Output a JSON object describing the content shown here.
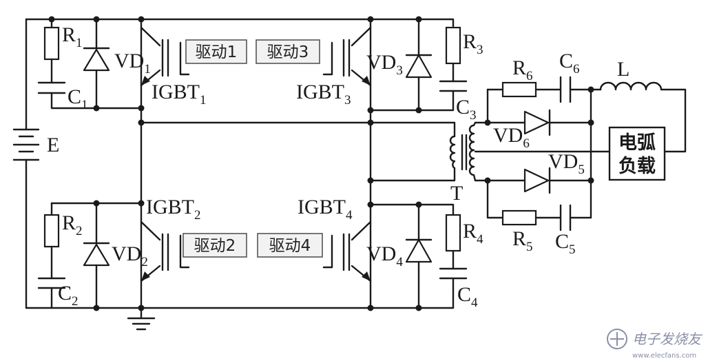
{
  "source": {
    "label": "E"
  },
  "igbts": [
    {
      "id": "1",
      "name": "IGBT",
      "sub": "1"
    },
    {
      "id": "2",
      "name": "IGBT",
      "sub": "2"
    },
    {
      "id": "3",
      "name": "IGBT",
      "sub": "3"
    },
    {
      "id": "4",
      "name": "IGBT",
      "sub": "4"
    }
  ],
  "drivers": [
    "驱动1",
    "驱动3",
    "驱动2",
    "驱动4"
  ],
  "snubber": {
    "resistors": [
      {
        "name": "R",
        "sub": "1"
      },
      {
        "name": "R",
        "sub": "2"
      },
      {
        "name": "R",
        "sub": "3"
      },
      {
        "name": "R",
        "sub": "4"
      }
    ],
    "capacitors": [
      {
        "name": "C",
        "sub": "1"
      },
      {
        "name": "C",
        "sub": "2"
      },
      {
        "name": "C",
        "sub": "3"
      },
      {
        "name": "C",
        "sub": "4"
      }
    ],
    "diodes": [
      {
        "name": "VD",
        "sub": "1"
      },
      {
        "name": "VD",
        "sub": "2"
      },
      {
        "name": "VD",
        "sub": "3"
      },
      {
        "name": "VD",
        "sub": "4"
      }
    ]
  },
  "output": {
    "transformer": "T",
    "diode_top": {
      "name": "VD",
      "sub": "6"
    },
    "diode_bottom": {
      "name": "VD",
      "sub": "5"
    },
    "resistor_top": {
      "name": "R",
      "sub": "6"
    },
    "resistor_bottom": {
      "name": "R",
      "sub": "5"
    },
    "capacitor_top": {
      "name": "C",
      "sub": "6"
    },
    "capacitor_bottom": {
      "name": "C",
      "sub": "5"
    },
    "inductor": "L",
    "load": {
      "line1": "电弧",
      "line2": "负载"
    }
  },
  "watermark": {
    "text": "电子发烧友",
    "url": "www.elecfans.com"
  }
}
